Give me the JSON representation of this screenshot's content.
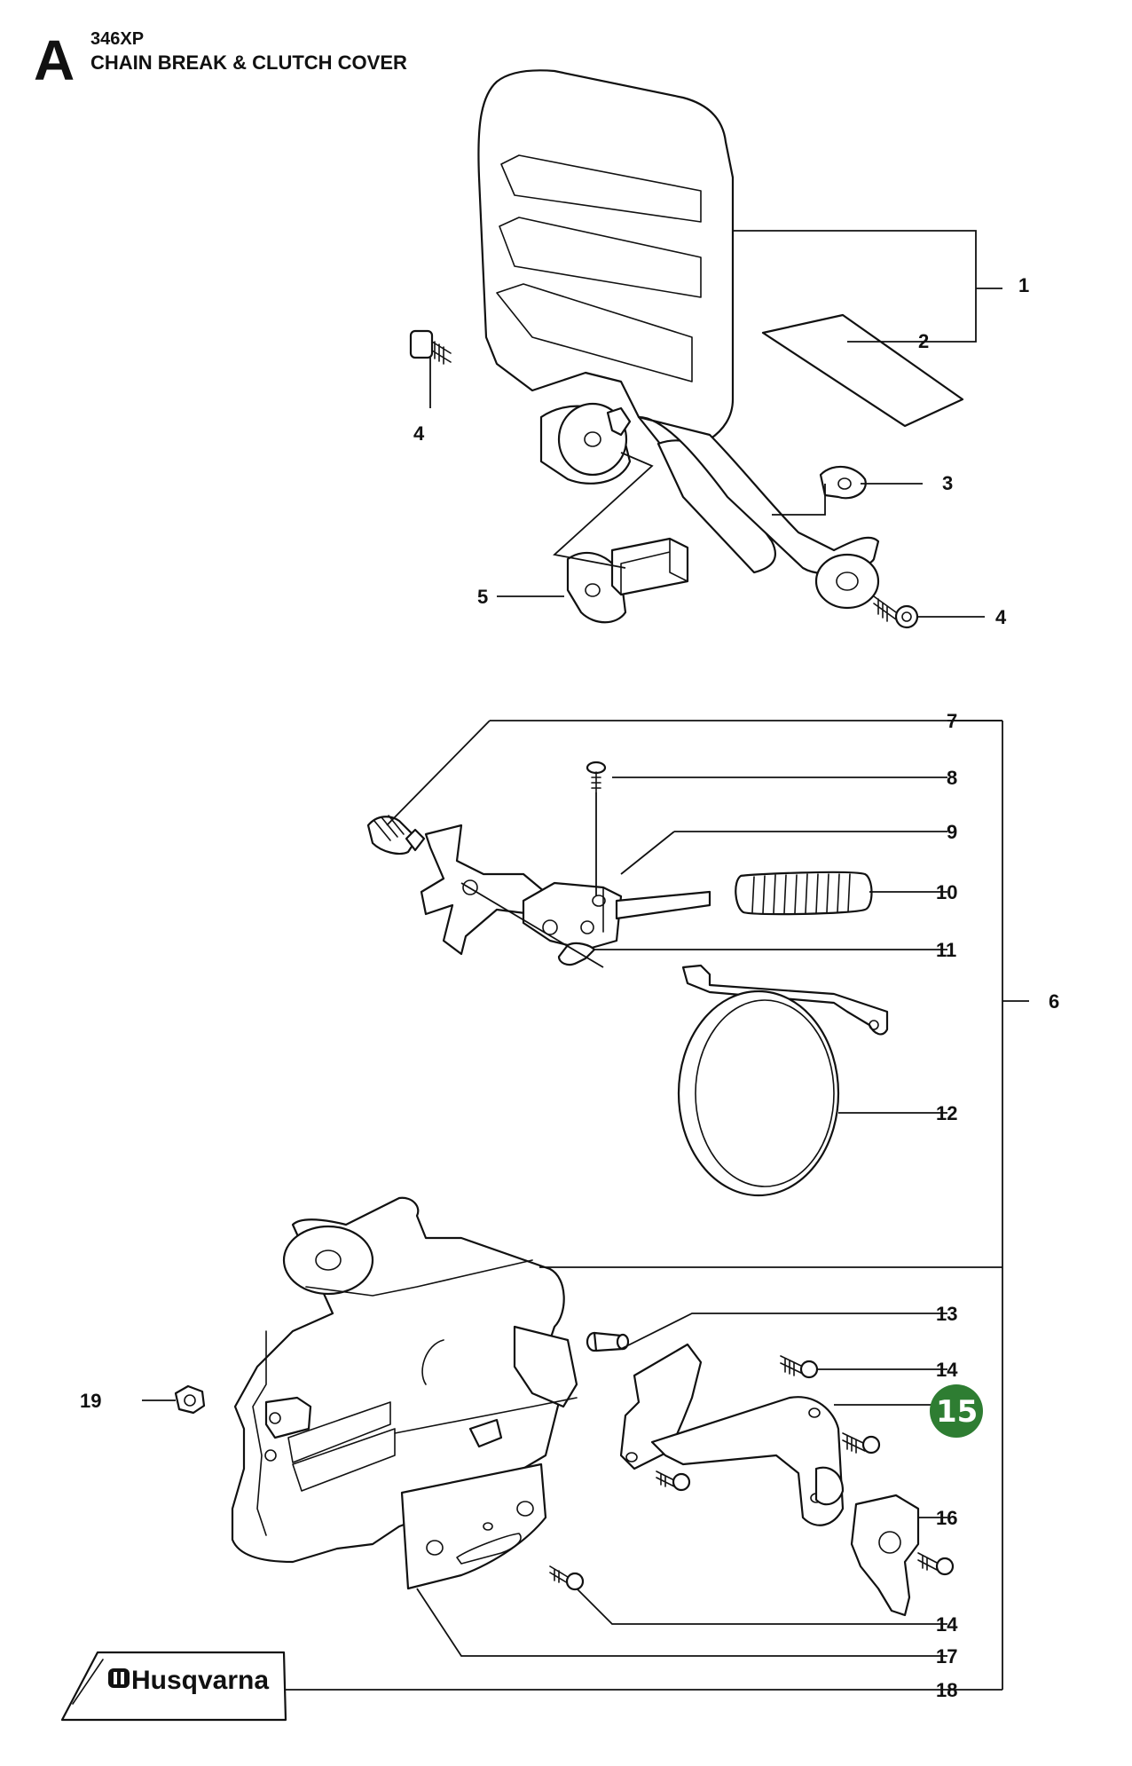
{
  "header": {
    "section_letter": "A",
    "model": "346XP",
    "title": "CHAIN BREAK & CLUTCH COVER"
  },
  "brand": {
    "logo_text": "Husqvarna",
    "logo_icon": "husqvarna-crown-icon"
  },
  "highlight": {
    "part_number": "15",
    "color": "#2e7d32"
  },
  "callouts": [
    {
      "id": "c1",
      "label": "1"
    },
    {
      "id": "c2",
      "label": "2"
    },
    {
      "id": "c3",
      "label": "3"
    },
    {
      "id": "c4a",
      "label": "4"
    },
    {
      "id": "c4b",
      "label": "4"
    },
    {
      "id": "c5",
      "label": "5"
    },
    {
      "id": "c6",
      "label": "6"
    },
    {
      "id": "c7",
      "label": "7"
    },
    {
      "id": "c8",
      "label": "8"
    },
    {
      "id": "c9",
      "label": "9"
    },
    {
      "id": "c10",
      "label": "10"
    },
    {
      "id": "c11",
      "label": "11"
    },
    {
      "id": "c12",
      "label": "12"
    },
    {
      "id": "c13",
      "label": "13"
    },
    {
      "id": "c14a",
      "label": "14"
    },
    {
      "id": "c14b",
      "label": "14"
    },
    {
      "id": "c16",
      "label": "16"
    },
    {
      "id": "c17",
      "label": "17"
    },
    {
      "id": "c18",
      "label": "18"
    },
    {
      "id": "c19",
      "label": "19"
    }
  ]
}
